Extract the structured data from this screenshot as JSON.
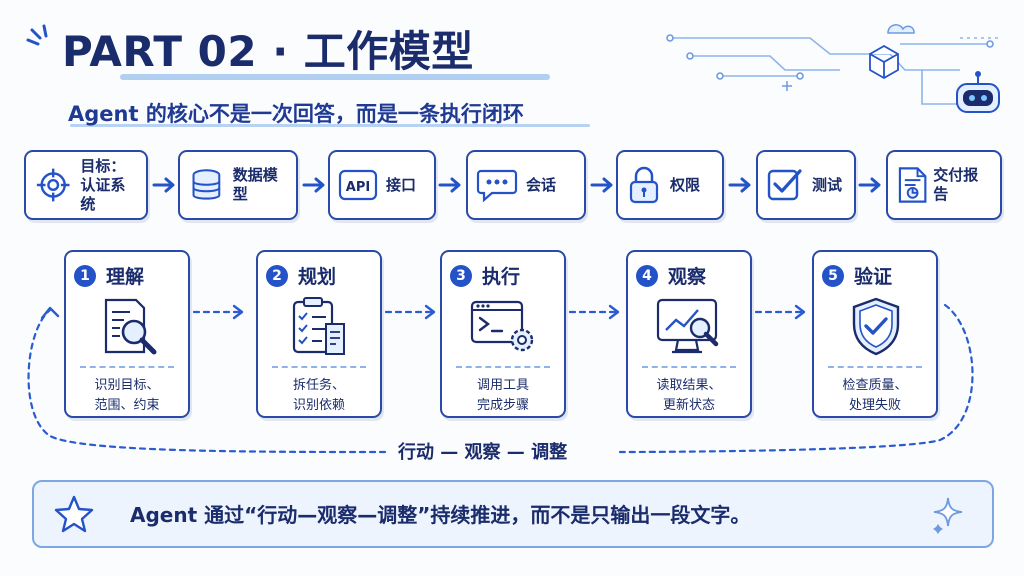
{
  "header": {
    "title": "PART 02 · 工作模型",
    "subtitle": "Agent 的核心不是一次回答，而是一条执行闭环"
  },
  "flow": [
    {
      "label": "目标：\n认证系统",
      "icon": "target-icon"
    },
    {
      "label": "数据模型",
      "icon": "database-icon"
    },
    {
      "label": "接口",
      "icon": "api-icon",
      "badge": "API"
    },
    {
      "label": "会话",
      "icon": "chat-bubble-icon"
    },
    {
      "label": "权限",
      "icon": "lock-icon"
    },
    {
      "label": "测试",
      "icon": "checkbox-icon"
    },
    {
      "label": "交付报告",
      "icon": "report-document-icon"
    }
  ],
  "steps": [
    {
      "num": "1",
      "title": "理解",
      "desc": "识别目标、\n范围、约束",
      "icon": "document-magnifier-icon"
    },
    {
      "num": "2",
      "title": "规划",
      "desc": "拆任务、\n识别依赖",
      "icon": "clipboard-checklist-icon"
    },
    {
      "num": "3",
      "title": "执行",
      "desc": "调用工具\n完成步骤",
      "icon": "terminal-gear-icon"
    },
    {
      "num": "4",
      "title": "观察",
      "desc": "读取结果、\n更新状态",
      "icon": "monitor-chart-icon"
    },
    {
      "num": "5",
      "title": "验证",
      "desc": "检查质量、\n处理失败",
      "icon": "shield-check-icon"
    }
  ],
  "loop_label": "行动 — 观察 — 调整",
  "footer": {
    "text": "Agent 通过“行动—观察—调整”持续推进，而不是只输出一段文字。",
    "icon": "star-icon"
  },
  "colors": {
    "primary": "#1a2c6b",
    "accent": "#2453c8",
    "light": "#9fc3ee",
    "panel": "#eef4fd"
  }
}
